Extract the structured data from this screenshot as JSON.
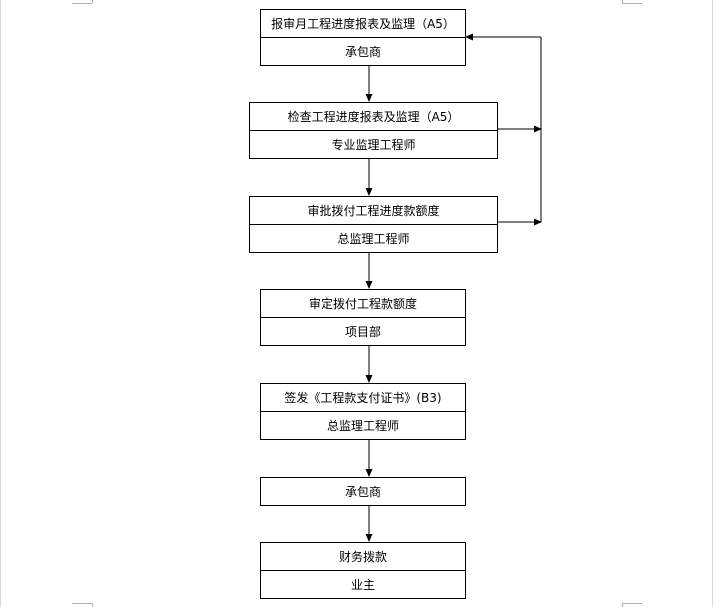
{
  "flow": {
    "step1": {
      "action": "报审月工程进度报表及监理（A5）",
      "actor": "承包商"
    },
    "step2": {
      "action": "检查工程进度报表及监理（A5）",
      "actor": "专业监理工程师"
    },
    "step3": {
      "action": "审批拨付工程进度款额度",
      "actor": "总监理工程师"
    },
    "step4": {
      "action": "审定拨付工程款额度",
      "actor": "项目部"
    },
    "step5": {
      "action": "签发《工程款支付证书》(B3)",
      "actor": "总监理工程师"
    },
    "step6": {
      "actor": "承包商"
    },
    "step7": {
      "action": "财务拨款",
      "actor": "业主"
    }
  }
}
